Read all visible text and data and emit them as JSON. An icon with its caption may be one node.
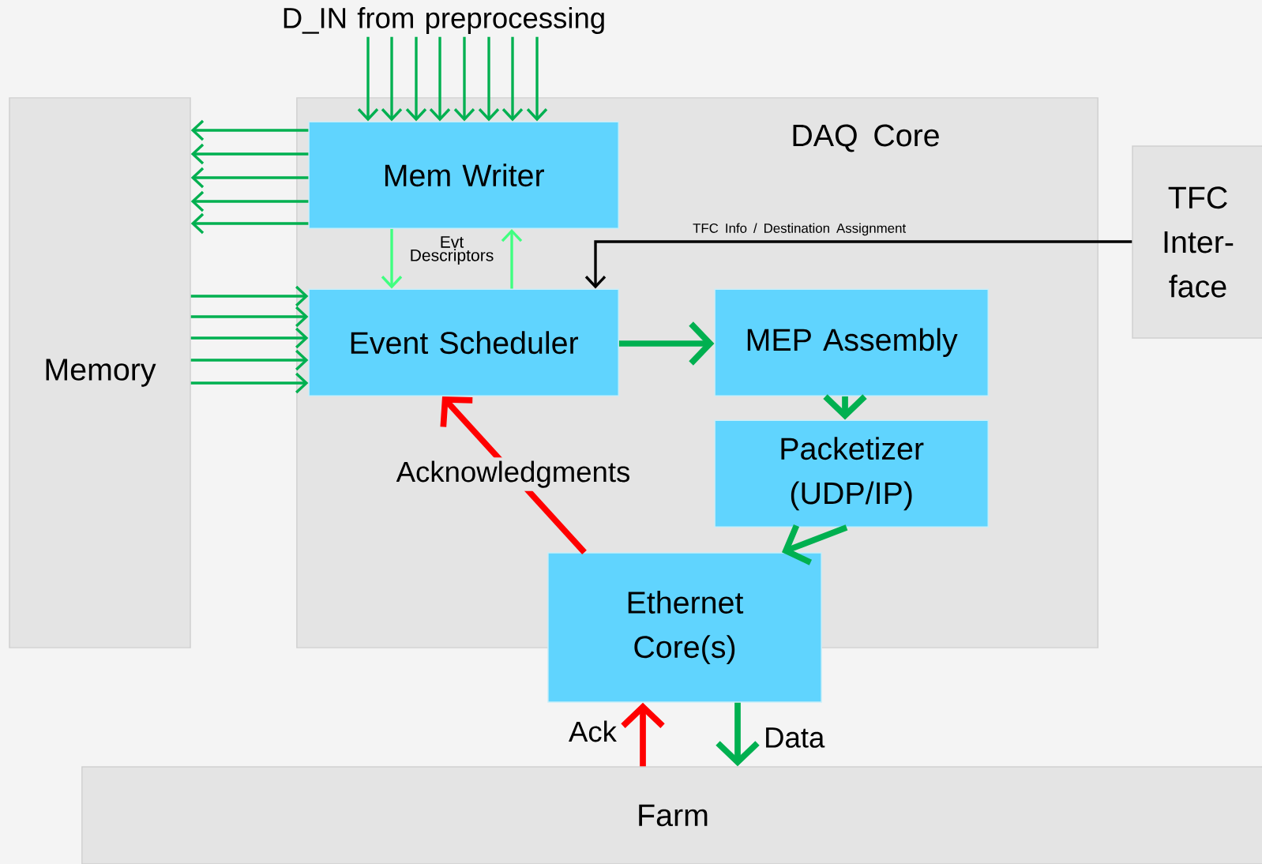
{
  "diagram": {
    "nodes": [
      {
        "text": [
          "Memory"
        ]
      },
      {
        "text": [
          "DAQ Core"
        ]
      },
      {
        "text": [
          "Mem Writer"
        ],
        "in": 1
      },
      {
        "text": [
          "Event Scheduler"
        ],
        "in": 1
      },
      {
        "text": [
          "MEP Assembly"
        ],
        "in": 1
      },
      {
        "text": [
          "Packetizer (UDP/IP)"
        ],
        "in": 1
      },
      {
        "text": [
          "Ethernet Core(s)"
        ]
      },
      {
        "text": [
          "TFC Inter- face"
        ]
      },
      {
        "text": [
          "Farm"
        ]
      },
      {
        "text": [
          "D_IN from preprocessing"
        ]
      }
    ],
    "edges": [
      {
        "from": 9,
        "to": 2,
        "arrow": "to"
      },
      {
        "from": 9,
        "to": 2,
        "arrow": "to"
      },
      {
        "from": 9,
        "to": 2,
        "arrow": "to"
      },
      {
        "from": 9,
        "to": 2,
        "arrow": "to"
      },
      {
        "from": 9,
        "to": 2,
        "arrow": "to"
      },
      {
        "from": 9,
        "to": 2,
        "arrow": "to"
      },
      {
        "from": 9,
        "to": 2,
        "arrow": "to"
      },
      {
        "from": 9,
        "to": 2,
        "arrow": "to"
      },
      {
        "from": 2,
        "to": 0,
        "arrow": "to"
      },
      {
        "from": 2,
        "to": 0,
        "arrow": "to"
      },
      {
        "from": 2,
        "to": 0,
        "arrow": "to"
      },
      {
        "from": 2,
        "to": 0,
        "arrow": "to"
      },
      {
        "from": 2,
        "to": 0,
        "arrow": "to"
      },
      {
        "from": 0,
        "to": 3,
        "arrow": "to"
      },
      {
        "from": 0,
        "to": 3,
        "arrow": "to"
      },
      {
        "from": 0,
        "to": 3,
        "arrow": "to"
      },
      {
        "from": 0,
        "to": 3,
        "arrow": "to"
      },
      {
        "from": 0,
        "to": 3,
        "arrow": "to"
      },
      {
        "from": 2,
        "to": 3,
        "arrow": "to",
        "color": "#40ff80"
      },
      {
        "from": 3,
        "to": 2,
        "arrow": "to",
        "color": "#40ff80"
      },
      {
        "from": 7,
        "to": 3,
        "arrow": "to",
        "label": "TFC Info / Destination Assignment",
        "color": "#000000"
      },
      {
        "from": 3,
        "to": 4,
        "arrow": "to",
        "style": "thick"
      },
      {
        "from": 4,
        "to": 5,
        "arrow": "to",
        "style": "thick"
      },
      {
        "from": 5,
        "to": 6,
        "arrow": "to",
        "style": "thick"
      },
      {
        "from": 6,
        "to": 3,
        "arrow": "to",
        "label": "Acknowledgments",
        "style": "thick",
        "color": "#ff0000"
      },
      {
        "from": 8,
        "to": 6,
        "arrow": "to",
        "label": "Ack",
        "style": "thick",
        "color": "#ff0000"
      },
      {
        "from": 6,
        "to": 8,
        "arrow": "to",
        "label": "Data",
        "style": "thick"
      }
    ],
    "labels": [
      "Evt Descriptors"
    ]
  }
}
